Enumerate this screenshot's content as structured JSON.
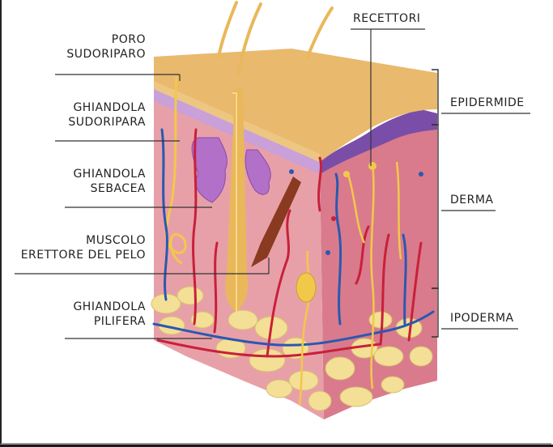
{
  "labels": {
    "poro_sudoriparo": [
      "PORO",
      "SUDORIPARO"
    ],
    "ghiandola_sudoripara": [
      "GHIANDOLA",
      "SUDORIPARA"
    ],
    "ghiandola_sebacea": [
      "GHIANDOLA",
      "SEBACEA"
    ],
    "muscolo_erettore": [
      "MUSCOLO",
      "ERETTORE DEL PELO"
    ],
    "ghiandola_pilifera": [
      "GHIANDOLA",
      "PILIFERA"
    ],
    "recettori": "RECETTORI",
    "epidermide": "EPIDERMIDE",
    "derma": "DERMA",
    "ipoderma": "IPODERMA"
  },
  "colors": {
    "epidermis_top": "#e9b96e",
    "epidermis_layer": "#c9a0d8",
    "dermis": "#e8a0a8",
    "dermis_side": "#d97b8c",
    "purple_side": "#7a4ea8",
    "fat": "#f3df96",
    "artery": "#c8203a",
    "vein": "#2a58b0",
    "nerve": "#f2c84a",
    "hair": "#e9b85a",
    "sebaceous": "#b270c9",
    "muscle": "#8a3a20"
  }
}
